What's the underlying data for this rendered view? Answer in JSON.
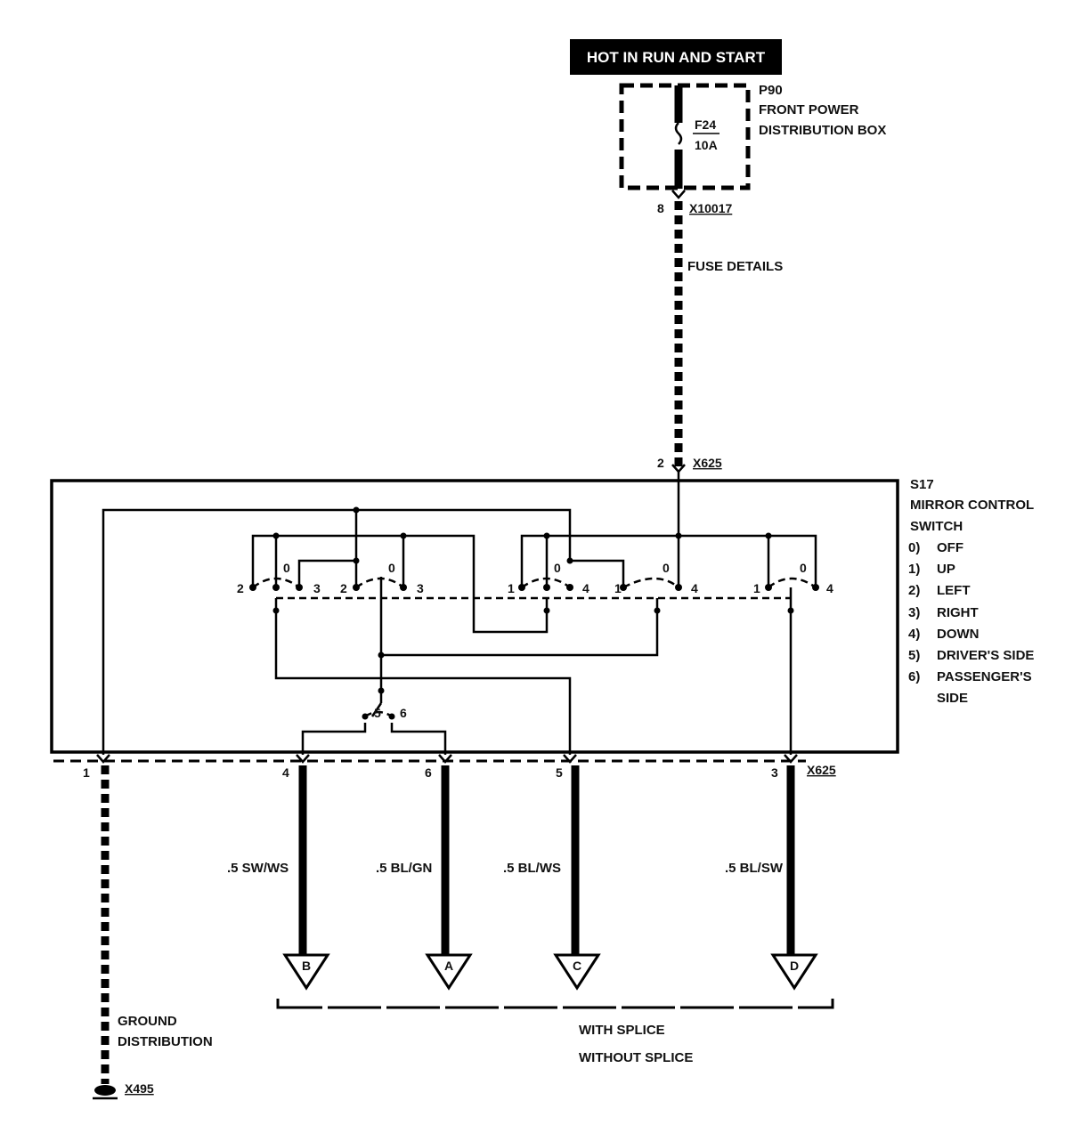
{
  "power": {
    "header": "HOT IN RUN AND START",
    "box_id": "P90",
    "box_name_line1": "FRONT POWER",
    "box_name_line2": "DISTRIBUTION BOX",
    "fuse_id": "F24",
    "fuse_rating": "10A",
    "connector_pin": "8",
    "connector_id": "X10017",
    "fuse_details": "FUSE DETAILS"
  },
  "switch": {
    "input_pin": "2",
    "input_connector": "X625",
    "id": "S17",
    "name_line1": "MIRROR CONTROL",
    "name_line2": "SWITCH",
    "legend": [
      {
        "num": "0)",
        "text": "OFF"
      },
      {
        "num": "1)",
        "text": "UP"
      },
      {
        "num": "2)",
        "text": "LEFT"
      },
      {
        "num": "3)",
        "text": "RIGHT"
      },
      {
        "num": "4)",
        "text": "DOWN"
      },
      {
        "num": "5)",
        "text": "DRIVER'S SIDE"
      },
      {
        "num": "6)",
        "text": "PASSENGER'S"
      }
    ],
    "legend_cont": "SIDE",
    "contact_labels": {
      "g1_left": "2",
      "g1_zero": "0",
      "g1_right": "3",
      "g2_left": "2",
      "g2_zero": "0",
      "g2_right": "3",
      "g3_left": "1",
      "g3_zero": "0",
      "g3_right": "4",
      "g4_left": "1",
      "g4_zero": "0",
      "g4_right": "4",
      "g5_left": "1",
      "g5_zero": "0",
      "g5_right": "4",
      "sel_5": "5",
      "sel_6": "6"
    }
  },
  "outputs": {
    "connector": "X625",
    "pins": [
      {
        "pin": "1"
      },
      {
        "pin": "4",
        "wire": ".5 SW/WS",
        "term": "B"
      },
      {
        "pin": "6",
        "wire": ".5 BL/GN",
        "term": "A"
      },
      {
        "pin": "5",
        "wire": ".5 BL/WS",
        "term": "C"
      },
      {
        "pin": "3",
        "wire": ".5 BL/SW",
        "term": "D"
      }
    ],
    "splice_line1": "WITH SPLICE",
    "splice_line2": "WITHOUT SPLICE"
  },
  "ground": {
    "line1": "GROUND",
    "line2": "DISTRIBUTION",
    "connector": "X495"
  }
}
